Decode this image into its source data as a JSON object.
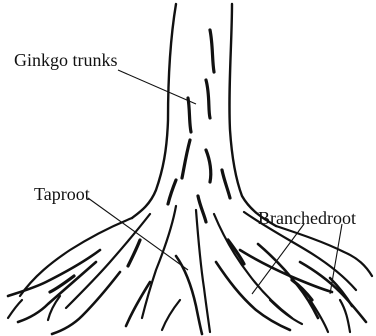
{
  "diagram": {
    "labels": {
      "trunk": "Ginkgo trunks",
      "taproot": "Taproot",
      "branched_root": "Branchedroot"
    },
    "ink_color": "#111111",
    "background": "#ffffff"
  }
}
